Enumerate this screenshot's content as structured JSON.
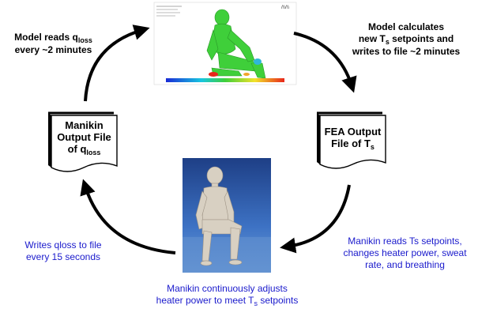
{
  "labels": {
    "top_left": {
      "line1_pre": "Model reads q",
      "line1_sub": "loss",
      "line2": "every ~2 minutes"
    },
    "top_right": {
      "line1": "Model calculates",
      "line2_pre": "new T",
      "line2_sub": "s",
      "line2_post": " setpoints and",
      "line3": "writes to file ~2 minutes"
    },
    "bottom_left": {
      "line1": "Writes qloss to file",
      "line2": "every 15 seconds"
    },
    "bottom_right": {
      "line1": "Manikin reads Ts setpoints,",
      "line2": "changes heater power, sweat",
      "line3": "rate, and breathing"
    },
    "bottom_center": {
      "line1": "Manikin continuously adjusts",
      "line2_pre": "heater power to meet T",
      "line2_sub": "s",
      "line2_post": " setpoints"
    }
  },
  "documents": {
    "manikin_output": {
      "line1": "Manikin",
      "line2": "Output File",
      "line3_pre": "of q",
      "line3_sub": "loss"
    },
    "fea_output": {
      "line1": "FEA Output",
      "line2_pre": "File of T",
      "line2_sub": "s"
    }
  },
  "colors": {
    "black_text": "#000000",
    "blue_text": "#1a1acc",
    "arrow": "#000000",
    "model_green": "#3fcf3a",
    "photo_bg": "#2f5fb0"
  }
}
